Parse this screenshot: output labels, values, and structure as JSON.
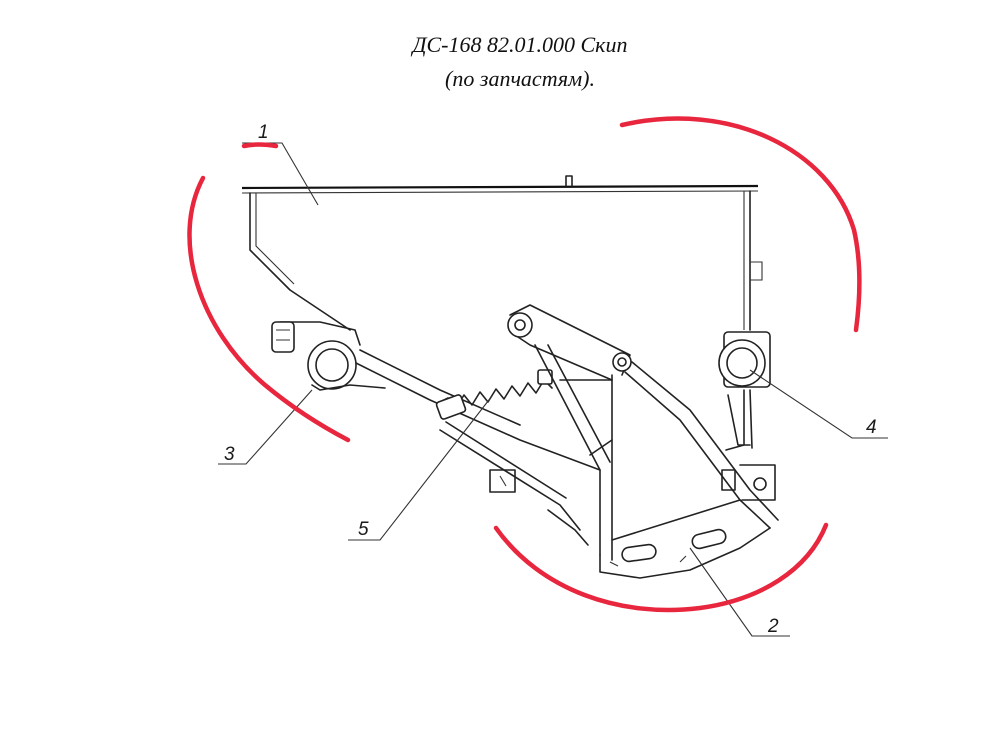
{
  "title": {
    "line1": "ДС-168 82.01.000 Скип",
    "line2": "(по запчастям)."
  },
  "callouts": [
    {
      "id": "1",
      "label": "1"
    },
    {
      "id": "2",
      "label": "2"
    },
    {
      "id": "3",
      "label": "3"
    },
    {
      "id": "4",
      "label": "4"
    },
    {
      "id": "5",
      "label": "5"
    }
  ],
  "colors": {
    "marker": "#e8263d",
    "drawing": "#222222"
  }
}
